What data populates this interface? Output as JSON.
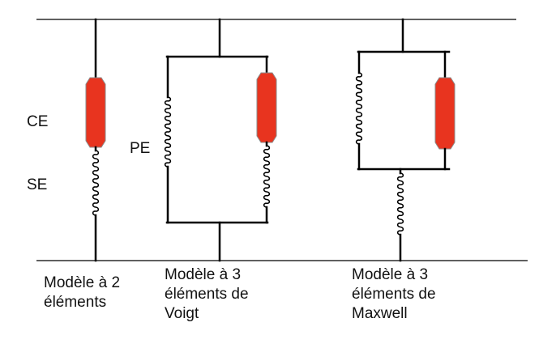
{
  "labels": {
    "ce": "CE",
    "se": "SE",
    "pe": "PE"
  },
  "models": [
    {
      "line1": "Modèle à 2",
      "line2": "éléments",
      "line3": ""
    },
    {
      "line1": "Modèle à 3",
      "line2": "éléments de",
      "line3": "Voigt"
    },
    {
      "line1": "Modèle à 3",
      "line2": "éléments de",
      "line3": "Maxwell"
    }
  ],
  "colors": {
    "contractile_element": "#e8341f",
    "wire": "#000000",
    "background": "#ffffff"
  }
}
